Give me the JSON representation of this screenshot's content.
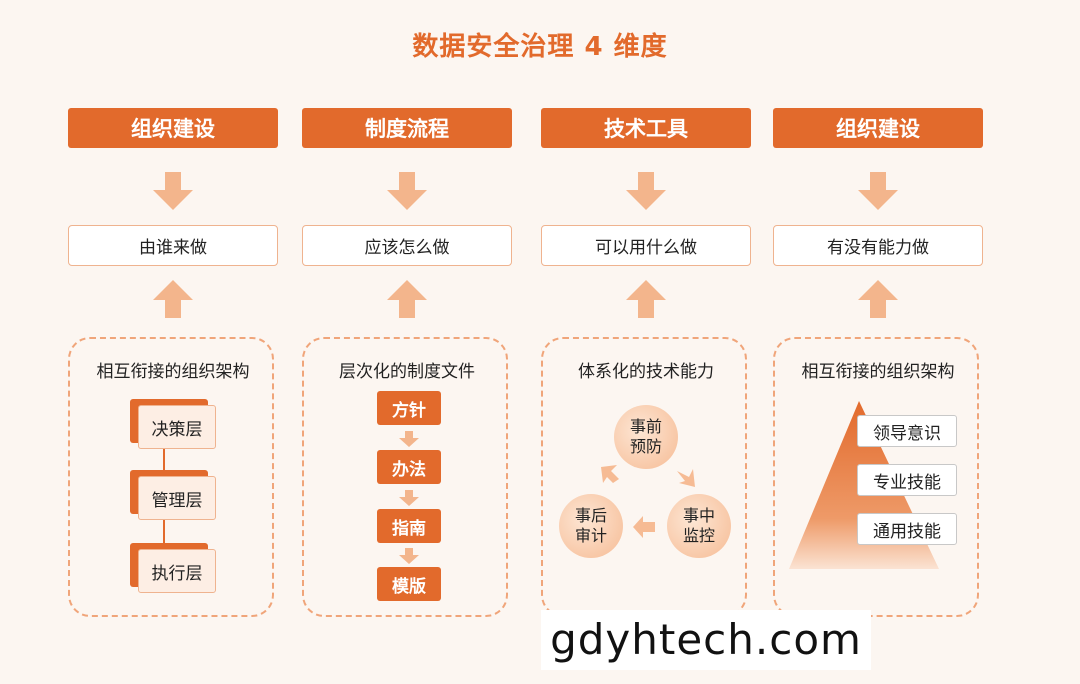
{
  "title": "数据安全治理 4 维度",
  "columns": [
    {
      "header": "组织建设",
      "subtitle": "由谁来做",
      "panel_title": "相互衔接的组织架构",
      "items": [
        "决策层",
        "管理层",
        "执行层"
      ]
    },
    {
      "header": "制度流程",
      "subtitle": "应该怎么做",
      "panel_title": "层次化的制度文件",
      "items": [
        "方针",
        "办法",
        "指南",
        "模版"
      ]
    },
    {
      "header": "技术工具",
      "subtitle": "可以用什么做",
      "panel_title": "体系化的技术能力",
      "items": [
        {
          "line1": "事前",
          "line2": "预防"
        },
        {
          "line1": "事中",
          "line2": "监控"
        },
        {
          "line1": "事后",
          "line2": "审计"
        }
      ]
    },
    {
      "header": "组织建设",
      "subtitle": "有没有能力做",
      "panel_title": "相互衔接的组织架构",
      "items": [
        "领导意识",
        "专业技能",
        "通用技能"
      ]
    }
  ],
  "watermark": "gdyhtech.com",
  "colors": {
    "accent": "#e26a2c",
    "light_accent": "#f6bb94",
    "border": "#efb38f",
    "background": "#fcf6f1"
  }
}
